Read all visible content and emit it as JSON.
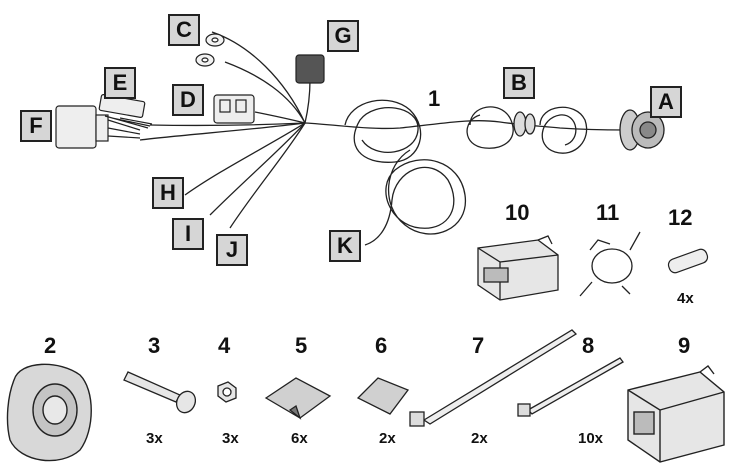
{
  "labels": {
    "A": "A",
    "B": "B",
    "C": "C",
    "D": "D",
    "E": "E",
    "F": "F",
    "G": "G",
    "H": "H",
    "I": "I",
    "J": "J",
    "K": "K"
  },
  "numbers": {
    "n1": "1",
    "n2": "2",
    "n3": "3",
    "n4": "4",
    "n5": "5",
    "n6": "6",
    "n7": "7",
    "n8": "8",
    "n9": "9",
    "n10": "10",
    "n11": "11",
    "n12": "12"
  },
  "quantities": {
    "q3": "3x",
    "q4": "3x",
    "q5": "6x",
    "q6": "2x",
    "q7": "2x",
    "q8": "10x",
    "q12": "4x"
  },
  "colors": {
    "label_fill": "#d6d6d6",
    "stroke": "#222222",
    "part_fill": "#e6e6e6"
  }
}
